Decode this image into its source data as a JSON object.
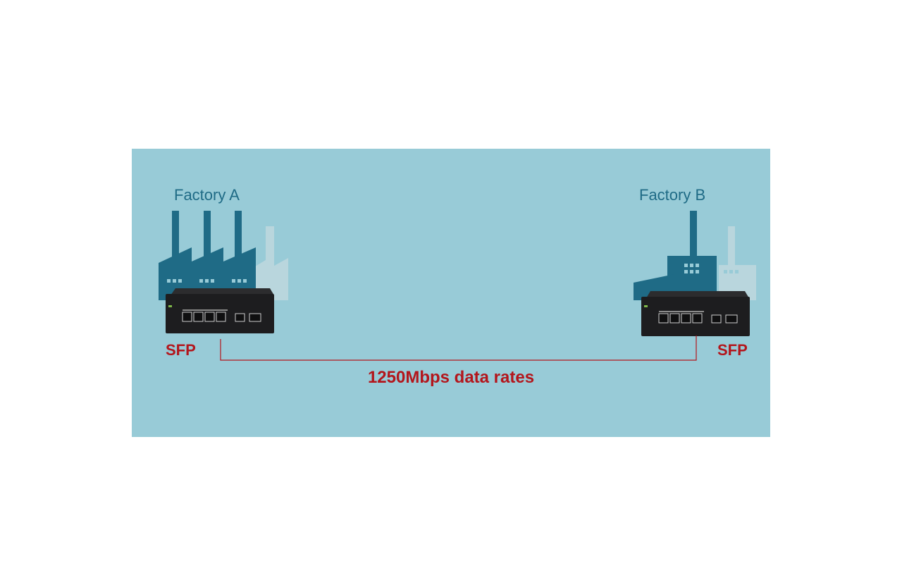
{
  "diagram": {
    "factory_a": {
      "title": "Factory A",
      "port_label": "SFP"
    },
    "factory_b": {
      "title": "Factory B",
      "port_label": "SFP"
    },
    "link": {
      "label": "1250Mbps data rates"
    }
  },
  "colors": {
    "background": "#98cbd7",
    "factory": "#1f6b86",
    "factory_faded": "#b9d6dd",
    "switch_body": "#1d1d1f",
    "accent_red": "#b3161c"
  },
  "icons": [
    "factory-icon",
    "network-switch-icon",
    "fiber-link-line"
  ]
}
